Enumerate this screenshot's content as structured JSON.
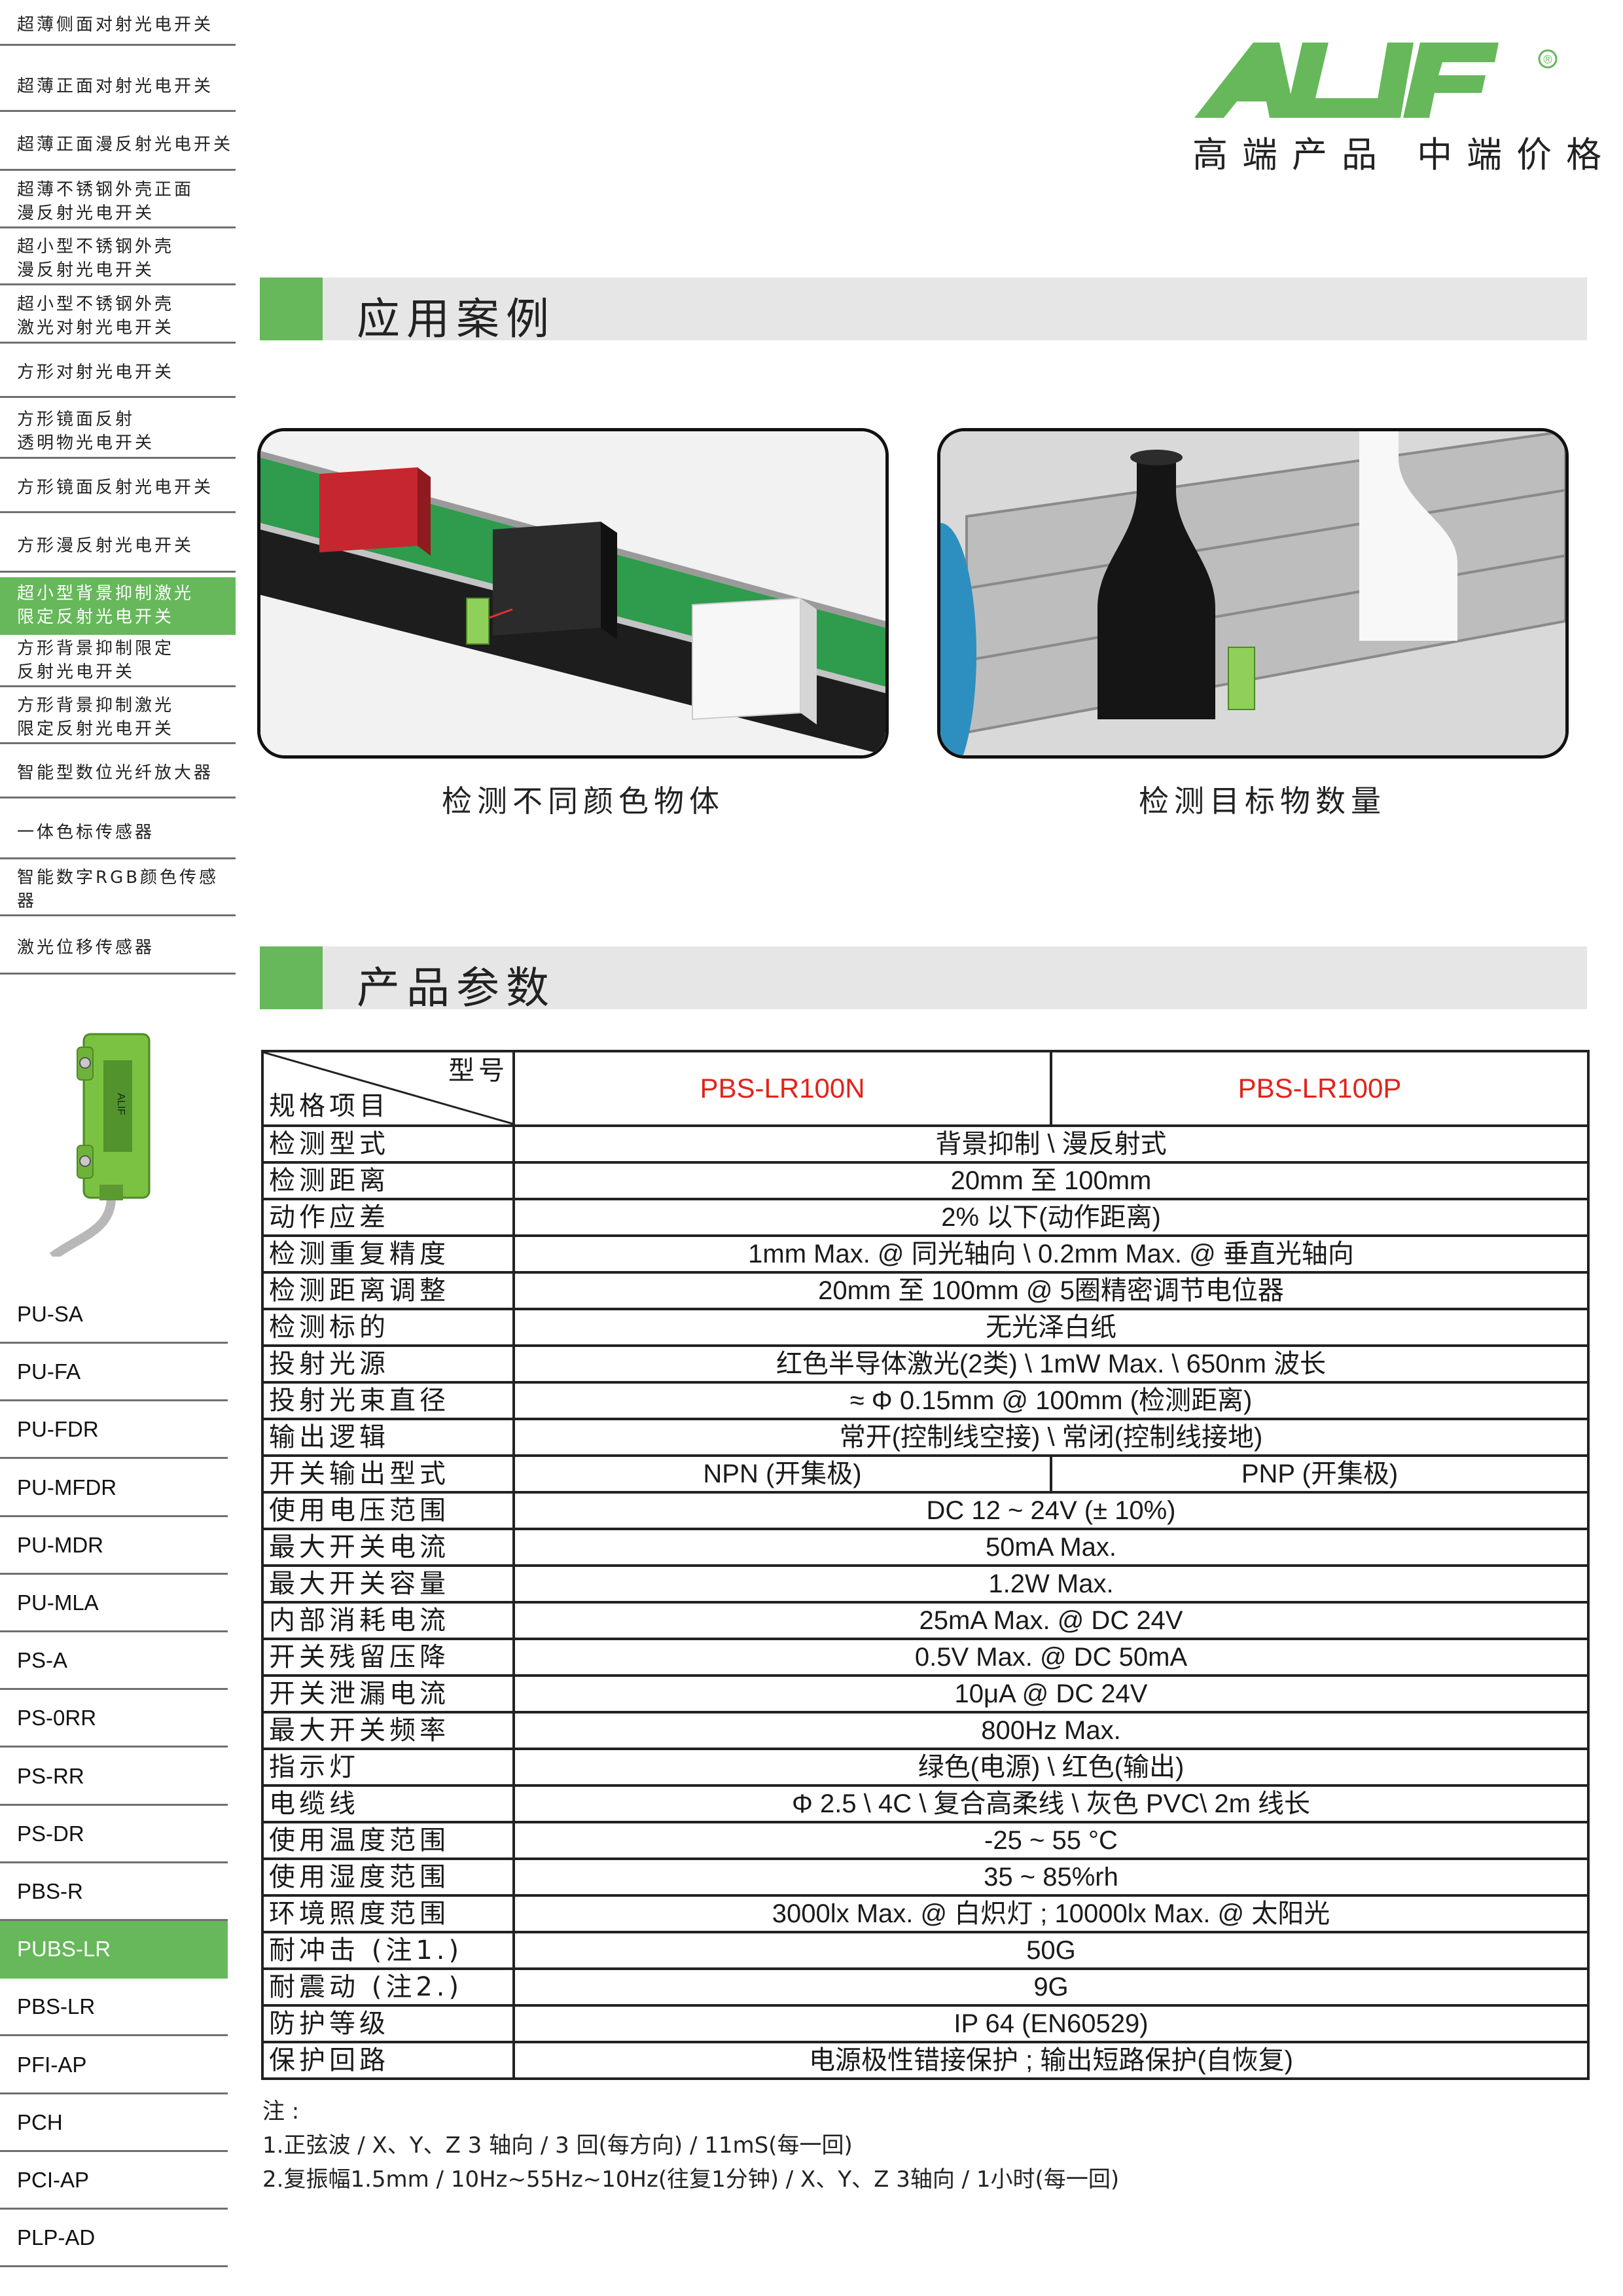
{
  "sidebar": {
    "categories": [
      {
        "label": "超薄侧面对射光电开关",
        "active": false
      },
      {
        "label": "超薄正面对射光电开关",
        "active": false
      },
      {
        "label": "超薄正面漫反射光电开关",
        "active": false
      },
      {
        "label": "超薄不锈钢外壳正面\n漫反射光电开关",
        "active": false
      },
      {
        "label": "超小型不锈钢外壳\n漫反射光电开关",
        "active": false
      },
      {
        "label": "超小型不锈钢外壳\n激光对射光电开关",
        "active": false
      },
      {
        "label": "方形对射光电开关",
        "active": false
      },
      {
        "label": "方形镜面反射\n透明物光电开关",
        "active": false
      },
      {
        "label": "方形镜面反射光电开关",
        "active": false
      },
      {
        "label": "方形漫反射光电开关",
        "active": false
      },
      {
        "label": "超小型背景抑制激光\n限定反射光电开关",
        "active": true
      },
      {
        "label": "方形背景抑制限定\n反射光电开关",
        "active": false
      },
      {
        "label": "方形背景抑制激光\n限定反射光电开关",
        "active": false
      },
      {
        "label": "智能型数位光纤放大器",
        "active": false
      },
      {
        "label": "一体色标传感器",
        "active": false
      },
      {
        "label": "智能数字RGB颜色传感器",
        "active": false
      },
      {
        "label": "激光位移传感器",
        "active": false
      }
    ],
    "models": [
      {
        "label": "PU-SA",
        "active": false
      },
      {
        "label": "PU-FA",
        "active": false
      },
      {
        "label": "PU-FDR",
        "active": false
      },
      {
        "label": "PU-MFDR",
        "active": false
      },
      {
        "label": "PU-MDR",
        "active": false
      },
      {
        "label": "PU-MLA",
        "active": false
      },
      {
        "label": "PS-A",
        "active": false
      },
      {
        "label": "PS-0RR",
        "active": false
      },
      {
        "label": "PS-RR",
        "active": false
      },
      {
        "label": "PS-DR",
        "active": false
      },
      {
        "label": "PBS-R",
        "active": false
      },
      {
        "label": "PUBS-LR",
        "active": true
      },
      {
        "label": "PBS-LR",
        "active": false
      },
      {
        "label": "PFI-AP",
        "active": false
      },
      {
        "label": "PCH",
        "active": false
      },
      {
        "label": "PCI-AP",
        "active": false
      },
      {
        "label": "PLP-AD",
        "active": false
      }
    ],
    "product_image_icon": "sensor-product-icon",
    "active_color": "#66b85a"
  },
  "brand": {
    "logo_text": "ALIF",
    "registered": "®",
    "slogan": "高端产品 中端价格",
    "color": "#66b85a"
  },
  "applications": {
    "title": "应用案例",
    "cases": [
      {
        "caption": "检测不同颜色物体",
        "icon": "conveyor-color-boxes-icon"
      },
      {
        "caption": "检测目标物数量",
        "icon": "bottles-on-conveyor-icon"
      }
    ]
  },
  "specs": {
    "title": "产品参数",
    "header": {
      "model_label": "型号",
      "item_label": "规格项目"
    },
    "models": [
      "PBS-LR100N",
      "PBS-LR100P"
    ],
    "rows": [
      {
        "label": "检测型式",
        "value": "背景抑制 \\ 漫反射式"
      },
      {
        "label": "检测距离",
        "value": "20mm  至 100mm"
      },
      {
        "label": "动作应差",
        "value": "2% 以下(动作距离)"
      },
      {
        "label": "检测重复精度",
        "value": "1mm  Max. @ 同光轴向 \\ 0.2mm  Max. @ 垂直光轴向"
      },
      {
        "label": "检测距离调整",
        "value": "20mm  至 100mm  @ 5圈精密调节电位器"
      },
      {
        "label": "检测标的",
        "value": "无光泽白纸"
      },
      {
        "label": "投射光源",
        "value": "红色半导体激光(2类) \\ 1mW Max. \\ 650nm  波长"
      },
      {
        "label": "投射光束直径",
        "value": "≈  Φ  0.15mm  @ 100mm  (检测距离)"
      },
      {
        "label": "输出逻辑",
        "value": "常开(控制线空接) \\ 常闭(控制线接地)"
      },
      {
        "label": "开关输出型式",
        "values": [
          "NPN (开集极)",
          "PNP (开集极)"
        ]
      },
      {
        "label": "使用电压范围",
        "value": "DC 12 ~ 24V (±  10%)"
      },
      {
        "label": "最大开关电流",
        "value": "50mA Max."
      },
      {
        "label": "最大开关容量",
        "value": "1.2W Max."
      },
      {
        "label": "内部消耗电流",
        "value": "25mA Max. @ DC 24V"
      },
      {
        "label": "开关残留压降",
        "value": "0.5V Max. @ DC 50mA"
      },
      {
        "label": "开关泄漏电流",
        "value": "10μA @ DC 24V"
      },
      {
        "label": "最大开关频率",
        "value": "800Hz Max."
      },
      {
        "label": "指示灯",
        "value": "绿色(电源) \\ 红色(输出)"
      },
      {
        "label": "电缆线",
        "value": "Φ 2.5 \\ 4C \\  复合高柔线 \\ 灰色 PVC\\  2m  线长"
      },
      {
        "label": "使用温度范围",
        "value": "-25 ~ 55 °C"
      },
      {
        "label": "使用湿度范围",
        "value": "35 ~ 85%rh"
      },
      {
        "label": "环境照度范围",
        "value": "3000lx Max. @ 白炽灯 ; 10000lx Max. @ 太阳光"
      },
      {
        "label": "耐冲击  (注1.)",
        "value": "50G"
      },
      {
        "label": "耐震动  (注2.)",
        "value": "9G"
      },
      {
        "label": "防护等级",
        "value": "IP 64 (EN60529)"
      },
      {
        "label": "保护回路",
        "value": "电源极性错接保护 ; 输出短路保护(自恢复)"
      }
    ],
    "model_color": "#e0241b"
  },
  "notes": {
    "heading": "注 :",
    "lines": [
      "1.正弦波 / X、Y、Z 3 轴向 / 3 回(每方向) / 11mS(每一回)",
      "2.复振幅1.5mm / 10Hz~55Hz~10Hz(往复1分钟) / X、Y、Z 3轴向 / 1小时(每一回)"
    ]
  }
}
